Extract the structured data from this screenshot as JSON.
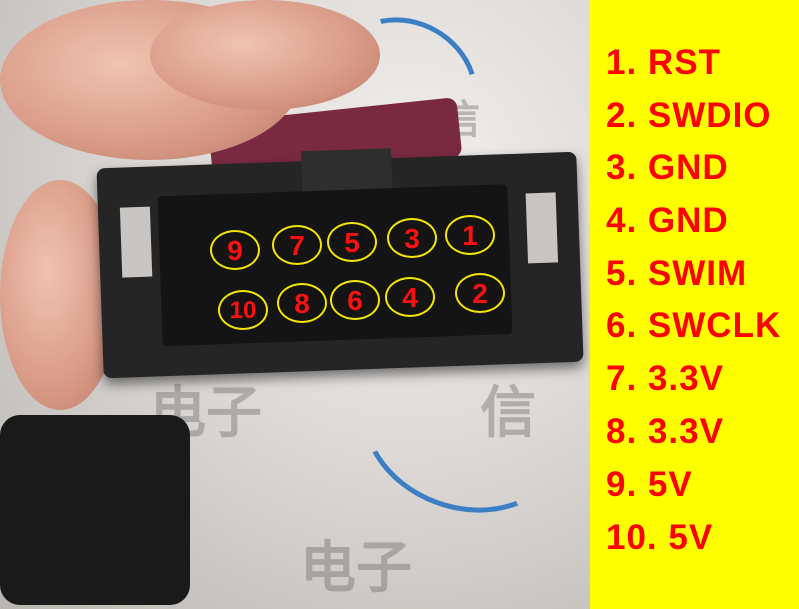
{
  "photo": {
    "watermark": [
      "电子",
      "信",
      "电子",
      "信"
    ],
    "pin_markers": [
      "1",
      "2",
      "3",
      "4",
      "5",
      "6",
      "7",
      "8",
      "9",
      "10"
    ]
  },
  "legend": {
    "items": [
      "1. RST",
      "2. SWDIO",
      "3. GND",
      "4. GND",
      "5. SWIM",
      "6. SWCLK",
      "7. 3.3V",
      "8. 3.3V",
      "9. 5V",
      "10. 5V"
    ]
  },
  "colors": {
    "legend_bg": "#ffff00",
    "legend_text": "#ff0000",
    "marker_circle": "#f5e600"
  }
}
